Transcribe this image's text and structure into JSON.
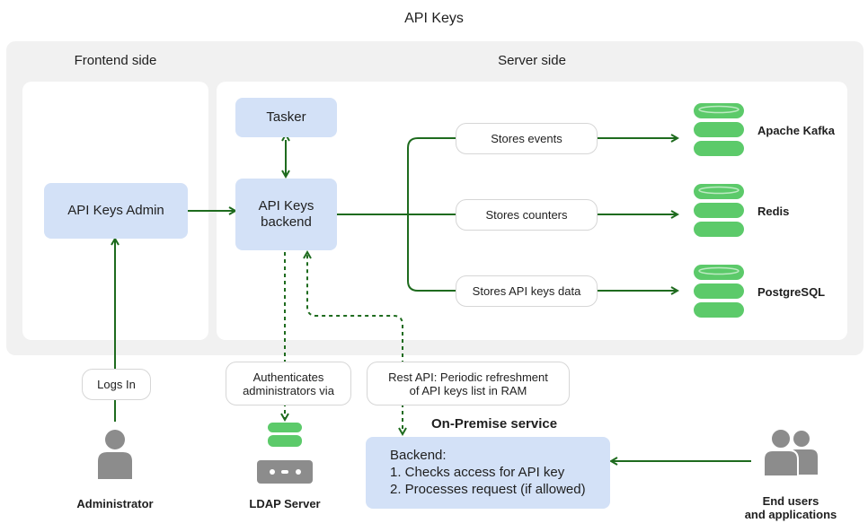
{
  "title": "API Keys",
  "frontend": {
    "title": "Frontend side",
    "admin_box": "API Keys Admin"
  },
  "server": {
    "title": "Server side",
    "tasker": "Tasker",
    "backend_line1": "API Keys",
    "backend_line2": "backend",
    "flows": [
      {
        "label": "Stores events",
        "target": "Apache Kafka"
      },
      {
        "label": "Stores counters",
        "target": "Redis"
      },
      {
        "label": "Stores API keys data",
        "target": "PostgreSQL"
      }
    ]
  },
  "labels": {
    "logs_in": "Logs In",
    "auth_line1": "Authenticates",
    "auth_line2": "administrators via",
    "rest_line1": "Rest API: Periodic refreshment",
    "rest_line2": "of API keys list in RAM"
  },
  "onprem": {
    "title": "On-Premise service",
    "line1": "Backend:",
    "line2": "1. Checks access for API key",
    "line3": "2. Processes request (if allowed)"
  },
  "actors": {
    "administrator": "Administrator",
    "ldap": "LDAP Server",
    "end_users_line1": "End users",
    "end_users_line2": "and applications"
  },
  "colors": {
    "arrow": "#1e6b1e",
    "db": "#5cca6a",
    "box": "#d3e1f7",
    "person": "#8c8c8c"
  }
}
